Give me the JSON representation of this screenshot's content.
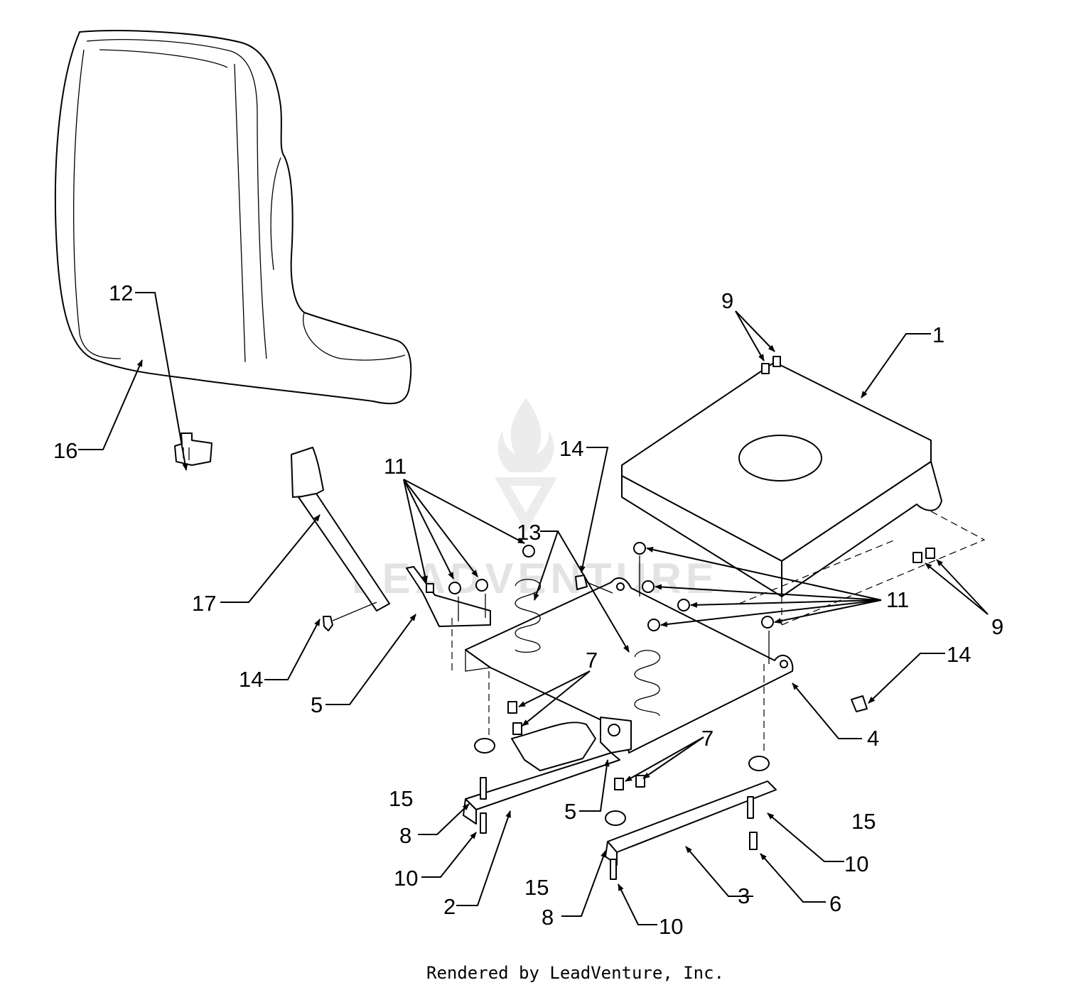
{
  "diagram": {
    "footer": "Rendered by LeadVenture, Inc.",
    "watermark": "LEADVENTURE",
    "callouts": {
      "c1": "1",
      "c2": "2",
      "c3": "3",
      "c4": "4",
      "c5a": "5",
      "c5b": "5",
      "c6": "6",
      "c7a": "7",
      "c7b": "7",
      "c8a": "8",
      "c8b": "8",
      "c9a": "9",
      "c9b": "9",
      "c10a": "10",
      "c10b": "10",
      "c10c": "10",
      "c11a": "11",
      "c11b": "11",
      "c12": "12",
      "c13": "13",
      "c14a": "14",
      "c14b": "14",
      "c14c": "14",
      "c15a": "15",
      "c15b": "15",
      "c15c": "15",
      "c16": "16",
      "c17": "17"
    }
  }
}
